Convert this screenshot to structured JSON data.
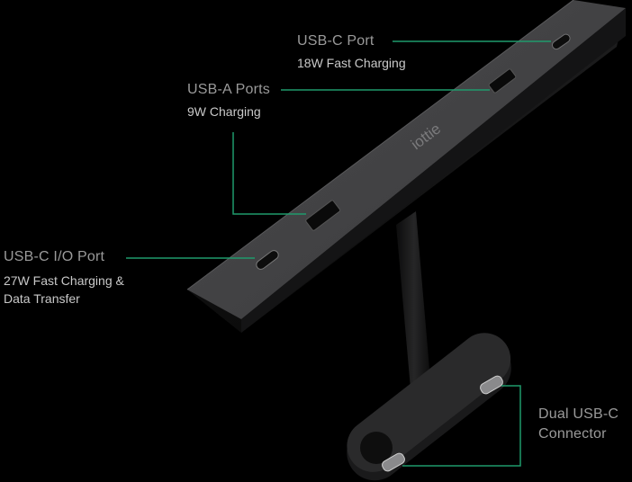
{
  "callouts": {
    "usb_c_port": {
      "title": "USB-C Port",
      "desc": "18W Fast Charging"
    },
    "usb_a_ports": {
      "title": "USB-A Ports",
      "desc": "9W Charging"
    },
    "usb_c_io_port": {
      "title": "USB-C I/O Port",
      "desc_line1": "27W Fast Charging &",
      "desc_line2": "Data Transfer"
    },
    "dual_usb_c": {
      "title_line1": "Dual USB-C",
      "title_line2": "Connector"
    }
  },
  "product": {
    "brand": "iottie"
  },
  "colors": {
    "background": "#000000",
    "leader_line": "#1f9a6c",
    "title_text": "#9a9a9a",
    "desc_text": "#c9c9c9"
  }
}
